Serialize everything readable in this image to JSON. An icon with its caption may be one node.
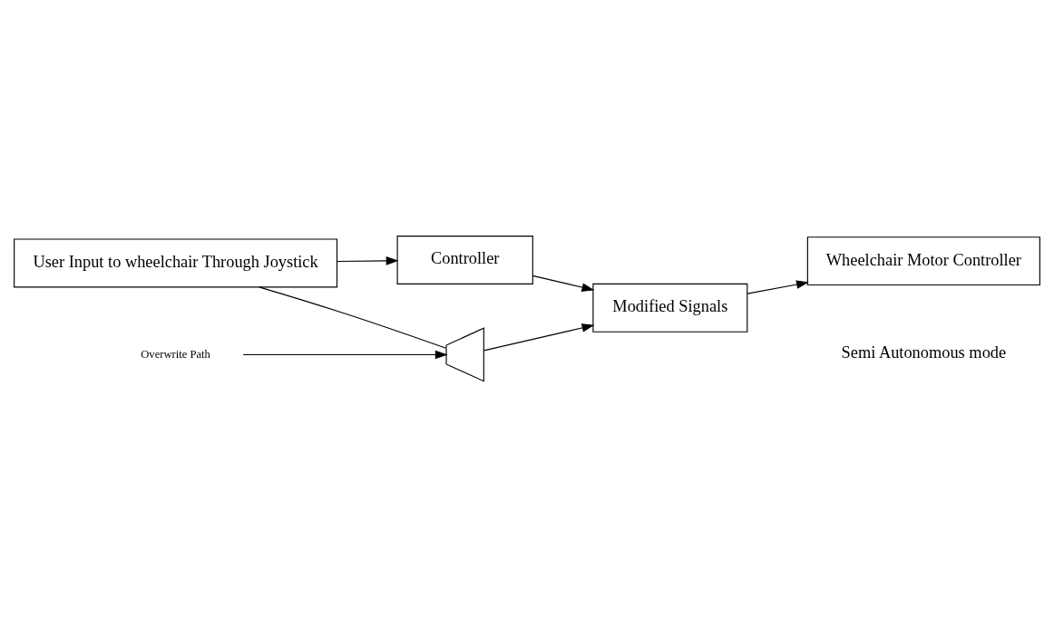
{
  "diagram": {
    "nodes": [
      {
        "text": [
          "Controller"
        ]
      },
      {
        "text": [
          "User Input to wheelchair Through Joystick"
        ]
      },
      {
        "text": [
          "Modified Signals"
        ]
      },
      {
        "text": [
          "Wheelchair Motor Controller"
        ]
      },
      {
        "text": [],
        "shape": "valve"
      },
      {
        "text": [
          "Overwrite Path"
        ]
      }
    ],
    "edges": [
      {
        "from": 1,
        "to": 0,
        "arrow": "to"
      },
      {
        "from": 0,
        "to": 2,
        "arrow": "to"
      },
      {
        "from": 2,
        "to": 3,
        "arrow": "to"
      },
      {
        "from": 1,
        "to": 4,
        "arrow": "none"
      },
      {
        "from": 4,
        "to": 2,
        "arrow": "to"
      },
      {
        "from": 5,
        "to": 4,
        "arrow": "to"
      }
    ],
    "labels": [
      "Semi Autonomous mode"
    ]
  }
}
